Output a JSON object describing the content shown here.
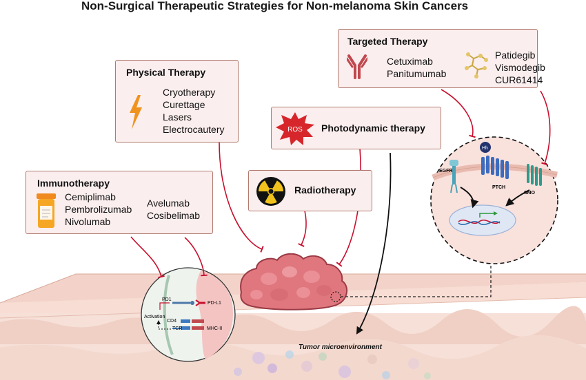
{
  "title": "Non-Surgical Therapeutic Strategies for Non-melanoma Skin Cancers",
  "physical": {
    "title": "Physical Therapy",
    "items": [
      "Cryotherapy",
      "Curettage",
      "Lasers",
      "Electrocautery"
    ],
    "icon": "lightning-bolt-icon",
    "color": "#f0931e"
  },
  "targeted": {
    "title": "Targeted Therapy",
    "col1": [
      "Cetuximab",
      "Panitumumab"
    ],
    "col2": [
      "Patidegib",
      "Vismodegib",
      "CUR61414"
    ],
    "icon1": "antibody-icon",
    "icon2": "molecule-icon"
  },
  "photodynamic": {
    "title": "Photodynamic therapy",
    "badge": "ROS",
    "badge_color": "#d7262b"
  },
  "radiotherapy": {
    "title": "Radiotherapy",
    "icon": "radiation-icon"
  },
  "immunotherapy": {
    "title": "Immunotherapy",
    "col1": [
      "Cemiplimab",
      "Pembrolizumab",
      "Nivolumab"
    ],
    "col2": [
      "Avelumab",
      "Cosibelimab"
    ],
    "icon": "pill-bottle-icon"
  },
  "cell_zoom": {
    "labels": {
      "egfr": "EGFR",
      "ptch": "PTCH",
      "smo": "SMO",
      "hh": "Hh"
    }
  },
  "immune_zoom": {
    "labels": {
      "pd1": "PD1",
      "pdl1": "PD-L1",
      "cd4": "CD4",
      "tcr": "TCR",
      "mhc": "MHC-II",
      "activation": "Activation"
    }
  },
  "tumor_label": "Tumor microenvironment",
  "colors": {
    "inhibit": "#c8102e",
    "box_border": "#b07a6e",
    "box_fill": "#fbeeee",
    "skin": "#f6d9d0",
    "tumor": "#e07a80"
  }
}
